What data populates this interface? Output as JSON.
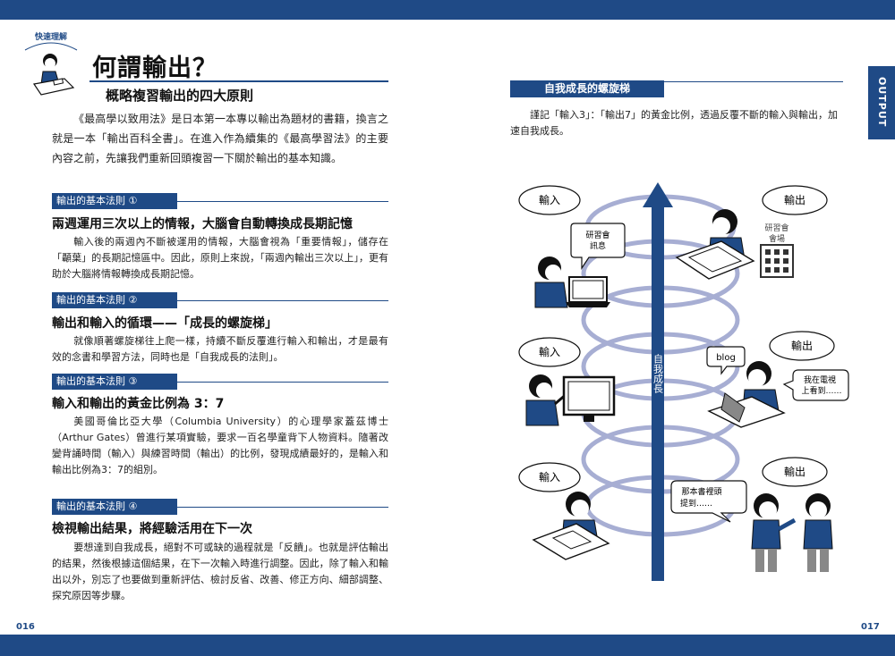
{
  "badge": {
    "label": "快速理解"
  },
  "left": {
    "title": "何謂輸出？",
    "subtitle": "概略複習輸出的四大原則",
    "intro": "《最高學以致用法》是日本第一本專以輸出為題材的書籍，換言之就是一本「輸出百科全書」。在進入作為續集的《最高學習法》的主要內容之前，先讓我們重新回頭複習一下關於輸出的基本知識。",
    "rules": [
      {
        "tag": "輸出的基本法則 ①",
        "head": "兩週運用三次以上的情報，大腦會自動轉換成長期記憶",
        "body": "輸入後的兩週內不斷被運用的情報，大腦會視為「重要情報」，儲存在「顳葉」的長期記憶區中。因此，原則上來說，「兩週內輸出三次以上」，更有助於大腦將情報轉換成長期記憶。"
      },
      {
        "tag": "輸出的基本法則 ②",
        "head": "輸出和輸入的循環——「成長的螺旋梯」",
        "body": "就像順著螺旋梯往上爬一樣，持續不斷反覆進行輸入和輸出，才是最有效的念書和學習方法，同時也是「自我成長的法則」。"
      },
      {
        "tag": "輸出的基本法則 ③",
        "head": "輸入和輸出的黃金比例為 3：7",
        "body": "美國哥倫比亞大學（Columbia University）的心理學家蓋茲博士（Arthur Gates）曾進行某項實驗，要求一百名學童背下人物資料。隨著改變背誦時間（輸入）與練習時間（輸出）的比例，發現成績最好的，是輸入和輸出比例為3：7的組別。"
      },
      {
        "tag": "輸出的基本法則 ④",
        "head": "檢視輸出結果，將經驗活用在下一次",
        "body": "要想達到自我成長，絕對不可或缺的過程就是「反饋」。也就是評估輸出的結果，然後根據這個結果，在下一次輸入時進行調整。因此，除了輸入和輸出以外，別忘了也要做到重新評估、檢討反省、改善、修正方向、細部調整、探究原因等步驟。"
      }
    ],
    "page_number": "016"
  },
  "right": {
    "tag": "自我成長的螺旋梯",
    "intro": "謹記「輸入3」：「輸出7」的黃金比例，透過反覆不斷的輸入與輸出，加速自我成長。",
    "side_tab": "OUTPUT",
    "diagram": {
      "arrow_label": "自我成長",
      "bubbles": {
        "input1": "輸入",
        "input2": "輸入",
        "input3": "輸入",
        "output1": "輸出",
        "output2": "輸出",
        "output3": "輸出",
        "seminar_info_1": "研習會",
        "seminar_info_2": "訊息",
        "venue_1": "研習會",
        "venue_2": "會場",
        "blog": "blog",
        "tv_1": "我在電視",
        "tv_2": "上看到……",
        "book_1": "那本書裡頭",
        "book_2": "提到……"
      }
    },
    "page_number": "017"
  },
  "colors": {
    "brand": "#1f4a86",
    "spiral": "#a7aed3"
  }
}
